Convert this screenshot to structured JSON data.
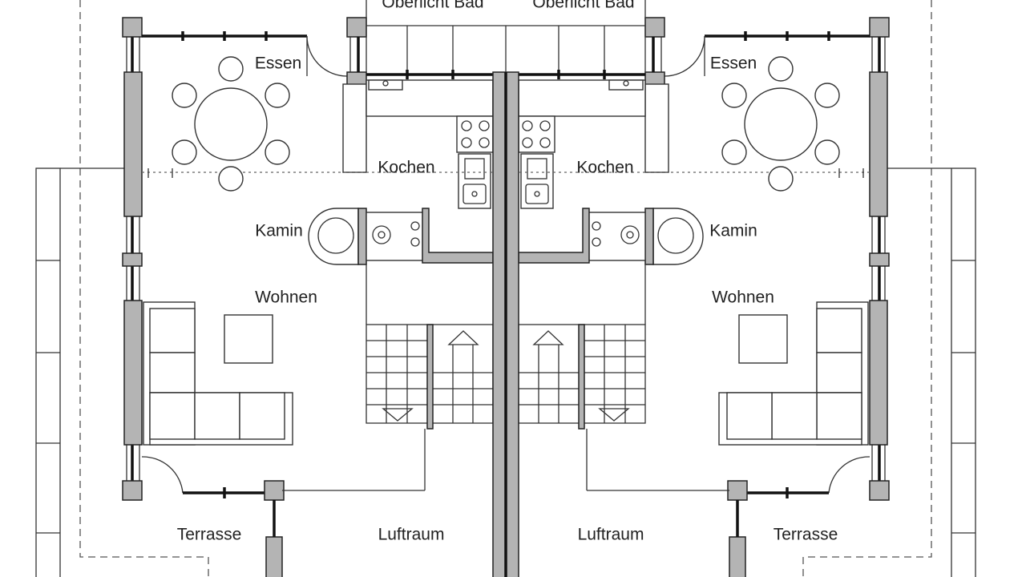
{
  "title": "Grundriss Doppelhaus Erdgeschoss",
  "left_unit": {
    "skylight": "Oberlicht Bad",
    "dining": "Essen",
    "kitchen": "Kochen",
    "fireplace": "Kamin",
    "living": "Wohnen",
    "terrace": "Terrasse",
    "void": "Luftraum"
  },
  "right_unit": {
    "skylight": "Oberlicht Bad",
    "dining": "Essen",
    "kitchen": "Kochen",
    "fireplace": "Kamin",
    "living": "Wohnen",
    "terrace": "Terrasse",
    "void": "Luftraum"
  },
  "colors": {
    "wall": "#b4b4b4",
    "line": "#222222",
    "background": "#ffffff"
  }
}
